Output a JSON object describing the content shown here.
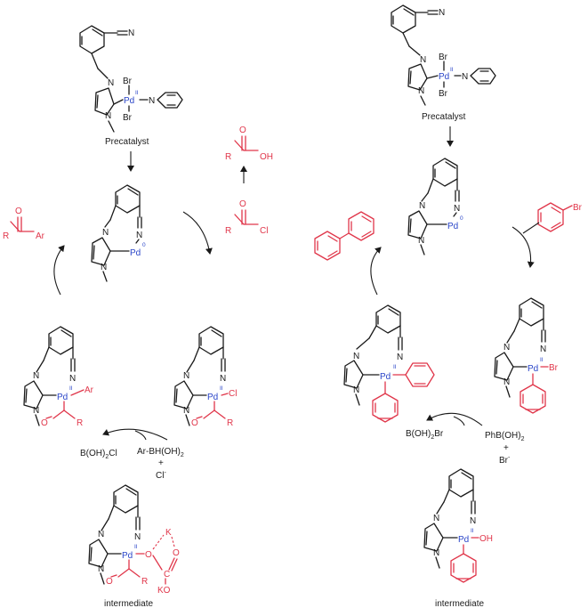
{
  "colors": {
    "pd": "#2a45c8",
    "reagent": "#e0364a",
    "bond": "#1a1a1a"
  },
  "atoms": {
    "N": "N",
    "Br": "Br",
    "Cl": "Cl",
    "Ar": "Ar",
    "R": "R",
    "O": "O",
    "OH": "OH",
    "K": "K",
    "KO": "KO",
    "C": "C",
    "Pd": "Pd",
    "ox0": "0",
    "ox2": "II"
  },
  "left": {
    "precatalyst_label": "Precatalyst",
    "intermediate_label": "intermediate",
    "reagent_acyl_chloride": "R-C(O)-Cl",
    "byproduct_acid": "R-C(O)-OH",
    "product_ketone": "R-C(O)-Ar",
    "boronic_acid": "Ar-BH(OH)",
    "boronic_sub": "2",
    "plus": "+",
    "chloride": "Cl",
    "chloride_charge": "-",
    "boron_byproduct": "B(OH)",
    "boron_byproduct_sub": "2",
    "boron_byproduct_tail": "Cl"
  },
  "right": {
    "precatalyst_label": "Precatalyst",
    "intermediate_label": "intermediate",
    "phenylboronic": "PhB(OH)",
    "phenylboronic_sub": "2",
    "plus": "+",
    "bromide": "Br",
    "bromide_charge": "-",
    "boron_byproduct": "B(OH)",
    "boron_byproduct_sub": "2",
    "boron_byproduct_tail": "Br"
  }
}
